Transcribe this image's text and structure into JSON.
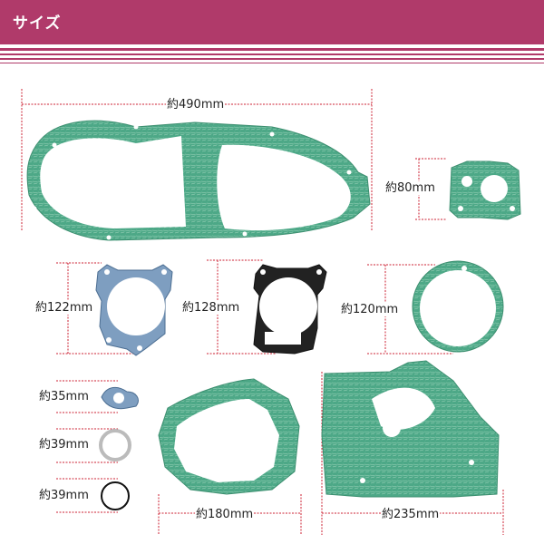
{
  "header": {
    "title": "サイズ"
  },
  "colors": {
    "banner": "#b03a6a",
    "dimension_line": "#cc2233",
    "gasket_green": "#4da887",
    "gasket_blue": "#7e9ec0",
    "gasket_black": "#222222"
  },
  "items": [
    {
      "id": "cover-gasket-large",
      "size": "約490mm",
      "icon": "transmission-cover-gasket"
    },
    {
      "id": "small-gasket",
      "size": "約80mm",
      "icon": "oil-pump-gasket"
    },
    {
      "id": "cylinder-base-gasket",
      "size": "約122mm",
      "icon": "cylinder-base-gasket"
    },
    {
      "id": "cylinder-head-gasket",
      "size": "約128mm",
      "icon": "cylinder-head-gasket"
    },
    {
      "id": "round-cover-gasket",
      "size": "約120mm",
      "icon": "round-cover-gasket"
    },
    {
      "id": "exhaust-flange-gasket",
      "size": "約35mm",
      "icon": "flange-gasket"
    },
    {
      "id": "ring-gasket-1",
      "size": "約39mm",
      "icon": "ring-gasket"
    },
    {
      "id": "o-ring",
      "size": "約39mm",
      "icon": "o-ring"
    },
    {
      "id": "crankcase-gasket-left",
      "size": "約180mm",
      "icon": "crankcase-gasket"
    },
    {
      "id": "crankcase-gasket-right",
      "size": "約235mm",
      "icon": "crankcase-gasket"
    }
  ]
}
